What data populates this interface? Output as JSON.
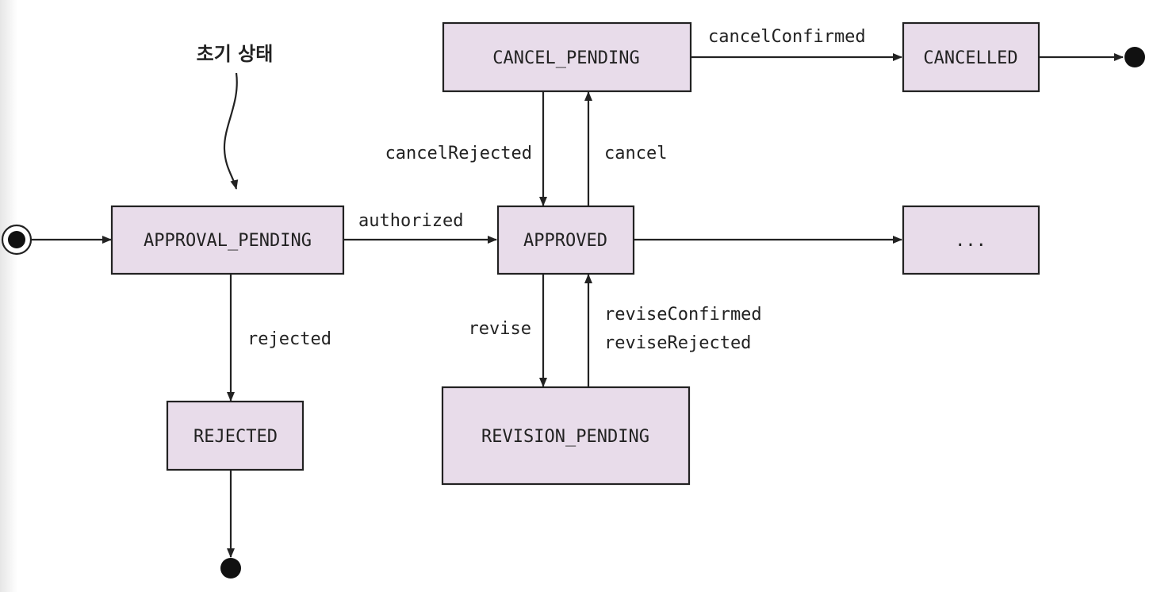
{
  "states": {
    "approval_pending": "APPROVAL_PENDING",
    "approved": "APPROVED",
    "cancel_pending": "CANCEL_PENDING",
    "cancelled": "CANCELLED",
    "rejected": "REJECTED",
    "revision_pending": "REVISION_PENDING",
    "more": "..."
  },
  "transitions": {
    "authorized": "authorized",
    "rejected": "rejected",
    "cancel": "cancel",
    "cancel_rejected": "cancelRejected",
    "cancel_confirmed": "cancelConfirmed",
    "revise": "revise",
    "revise_confirmed": "reviseConfirmed",
    "revise_rejected": "reviseRejected"
  },
  "annotations": {
    "initial_state": "초기 상태"
  },
  "colors": {
    "state_fill": "#e8dcea",
    "stroke": "#222222"
  }
}
